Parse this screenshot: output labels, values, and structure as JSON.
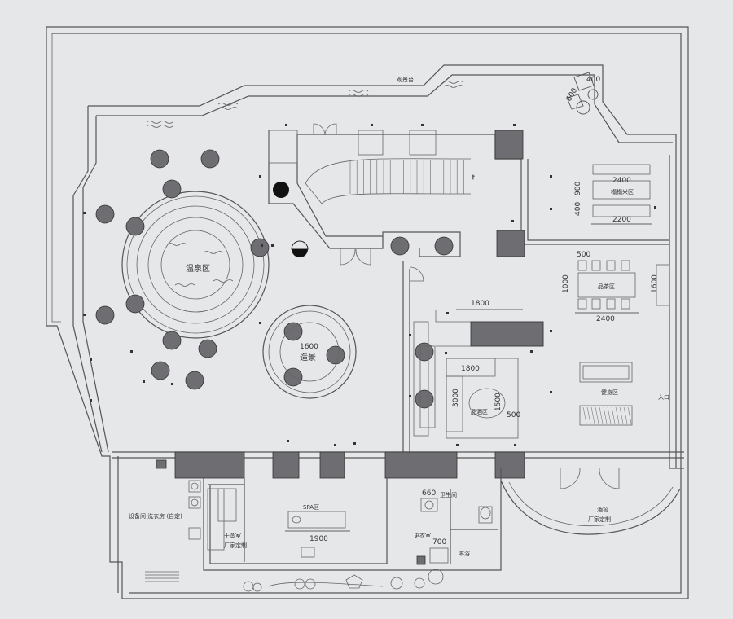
{
  "labels": {
    "hot_spring_zone": "温泉区",
    "landscape": "造景",
    "tatami_zone": "榻榻米区",
    "tea_zone": "品茶区",
    "wine_zone": "品酒区",
    "fitness_zone": "健身区",
    "spa_zone": "SPA区",
    "bathroom": "卫生间",
    "changing_room": "更衣室",
    "shower": "淋浴",
    "wine_cellar": "酒窖",
    "factory_custom": "厂家定制",
    "equipment_laundry": "设备间 洗衣房 (自定)",
    "sauna": "干蒸室",
    "sauna_custom": "厂家定制",
    "viewing_platform": "观景台",
    "entrance": "入口"
  },
  "dimensions": {
    "d2400_top": "2400",
    "d900": "900",
    "d400_left": "400",
    "d2200": "2200",
    "d600": "600",
    "d400_top": "400",
    "d500": "500",
    "d1000": "1000",
    "d2400_tea": "2400",
    "d1600_right": "1600",
    "d1800_top": "1800",
    "d1600_landscape": "1600",
    "d1800_wine": "1800",
    "d3000": "3000",
    "d1500": "1500",
    "d500_wine": "500",
    "d1900": "1900",
    "d660": "660",
    "d700": "700"
  },
  "colors": {
    "background": "#e6e7e9",
    "wall": "#555555",
    "dark_fill": "#6e6e72"
  }
}
